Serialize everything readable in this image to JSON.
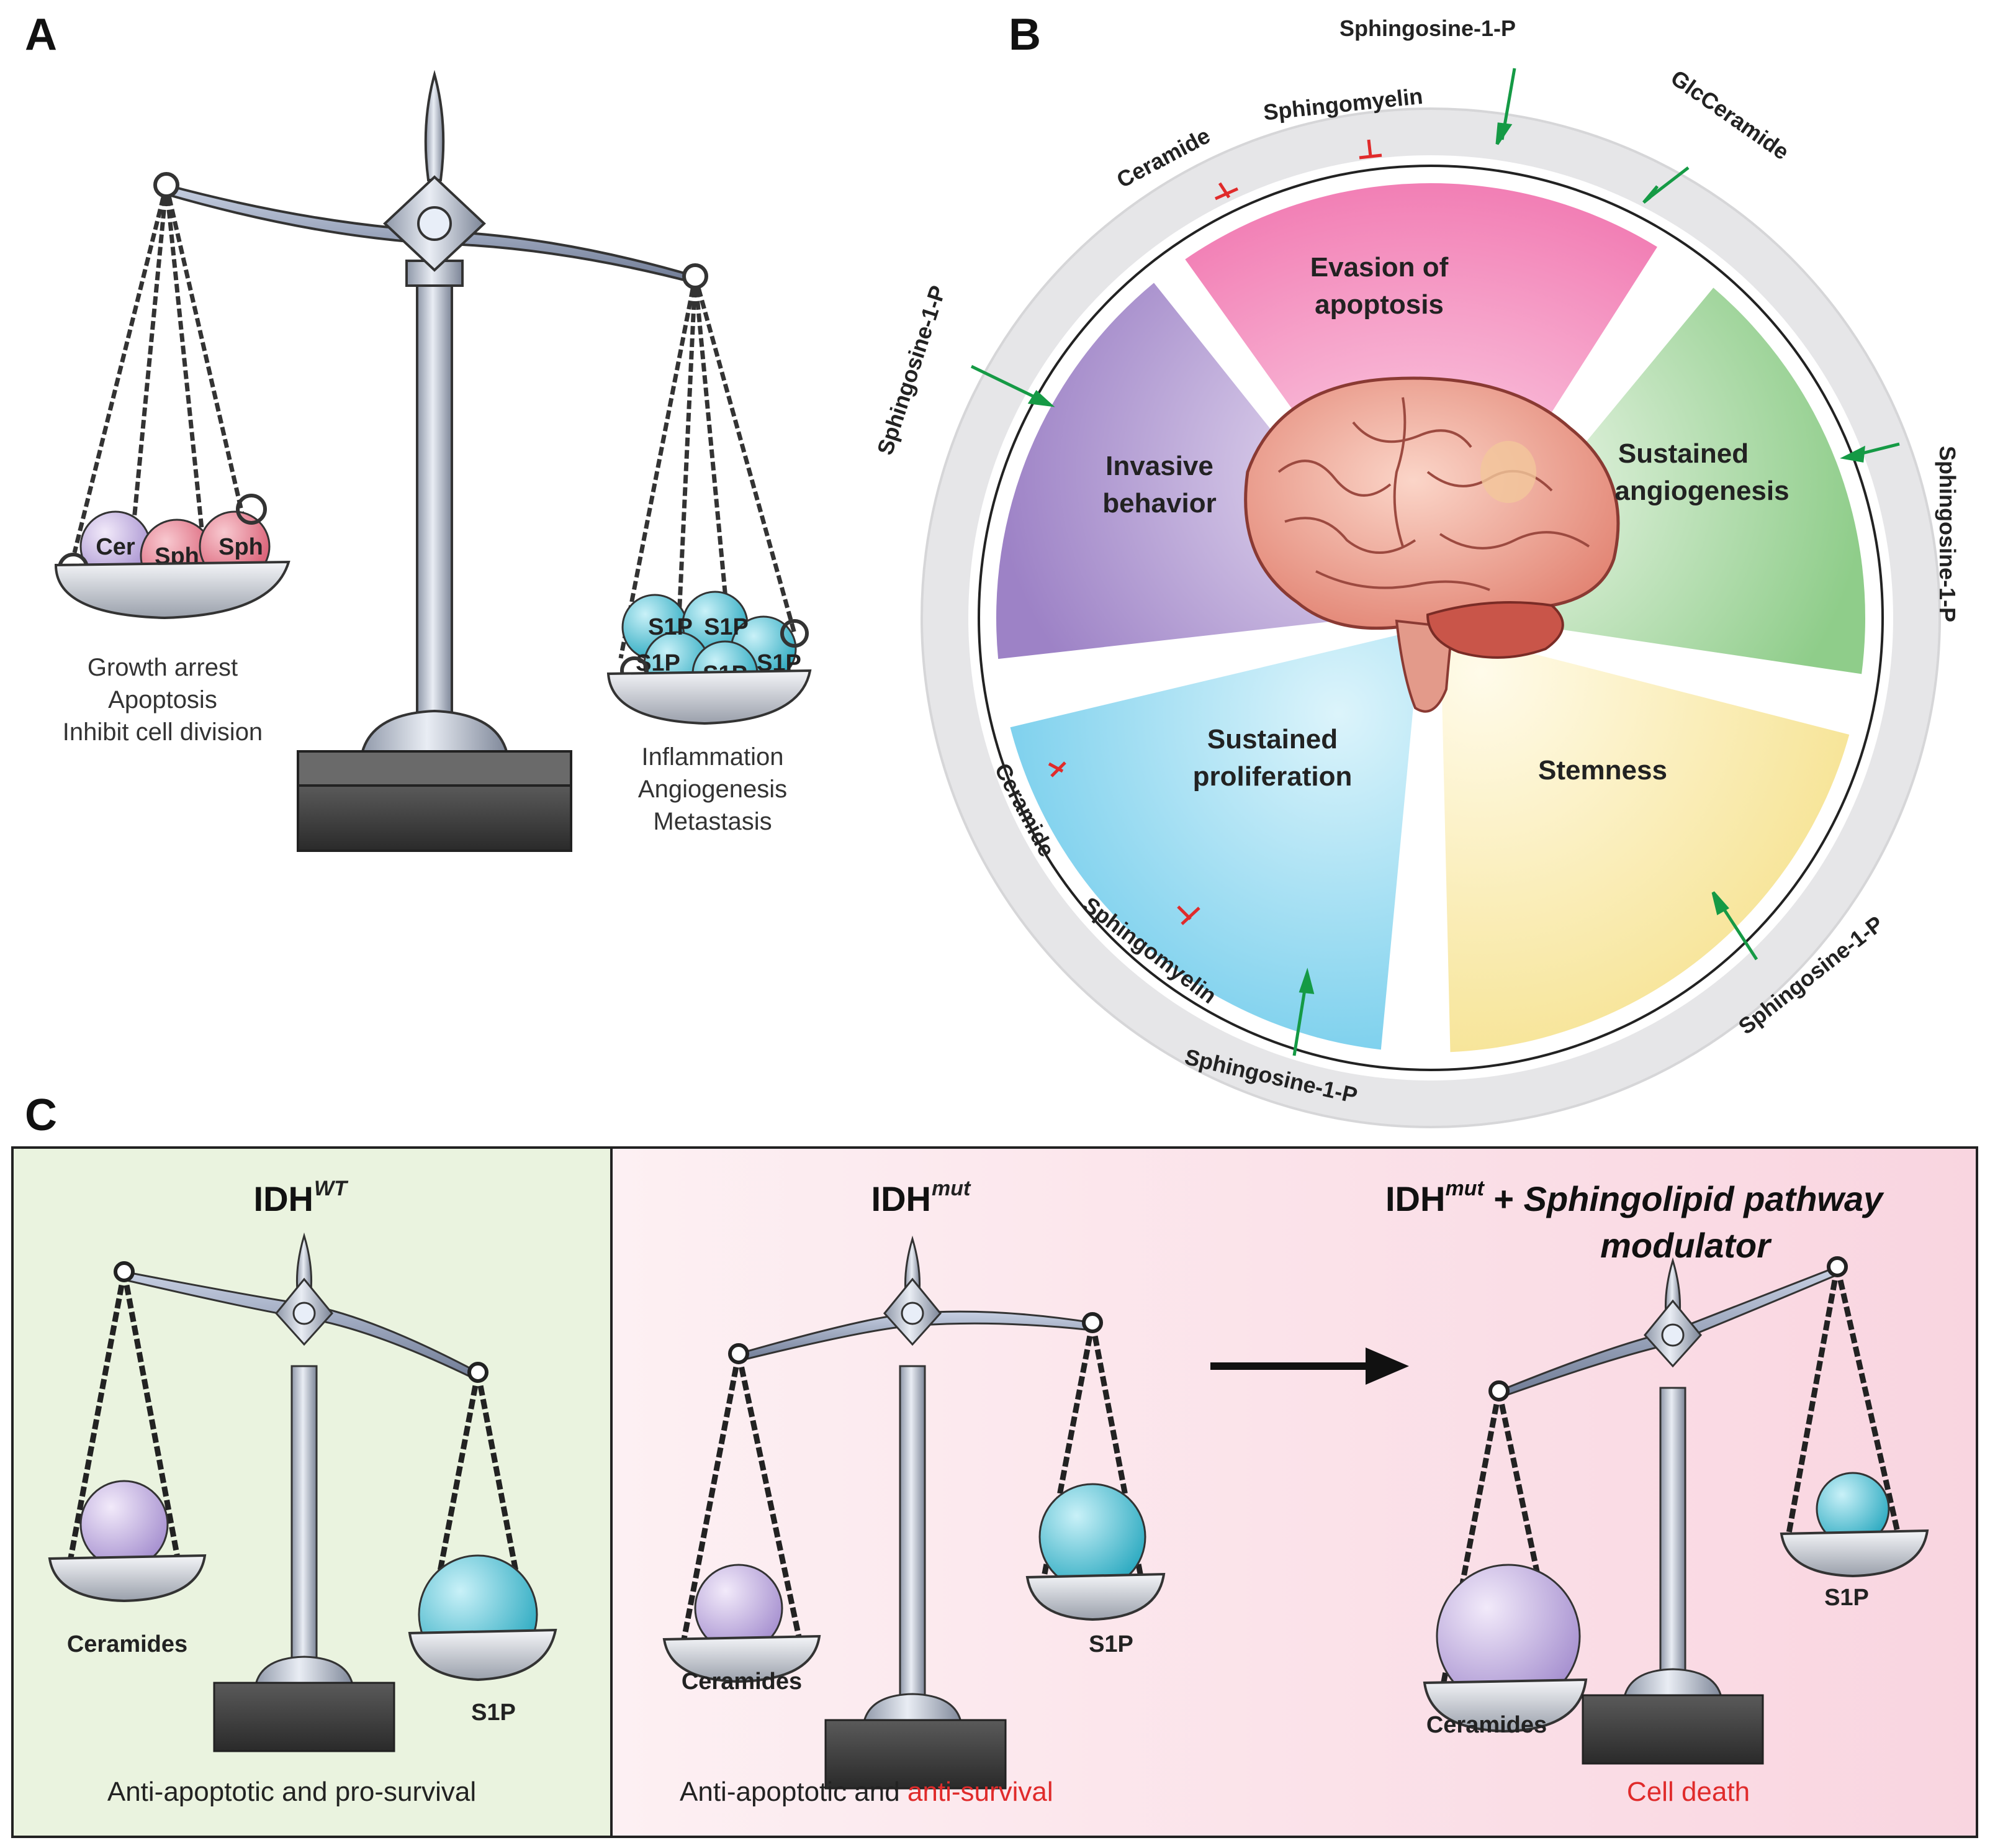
{
  "panels": {
    "a": {
      "letter": "A",
      "left_balls": [
        "Cer",
        "Sph",
        "Sph"
      ],
      "right_balls": [
        "S1P",
        "S1P",
        "S1P",
        "S1P",
        "S1P"
      ],
      "left_caption": [
        "Growth arrest",
        "Apoptosis",
        "Inhibit cell division"
      ],
      "right_caption": [
        "Inflammation",
        "Angiogenesis",
        "Metastasis"
      ]
    },
    "b": {
      "letter": "B",
      "wedges": [
        {
          "lines": [
            "Evasion of",
            "apoptosis"
          ],
          "color": "#f59ac4"
        },
        {
          "lines": [
            "Sustained",
            "angiogenesis"
          ],
          "color": "#a8d8a4"
        },
        {
          "lines": [
            "Stemness"
          ],
          "color": "#fbefb8"
        },
        {
          "lines": [
            "Sustained",
            "proliferation"
          ],
          "color": "#9bdcf2"
        },
        {
          "lines": [
            "Invasive",
            "behavior"
          ],
          "color": "#b9a4d6"
        }
      ],
      "ring_labels": {
        "s1p_top": "Sphingosine-1-P",
        "glcceramide": "GlcCeramide",
        "s1p_right": "Sphingosine-1-P",
        "s1p_lower_right": "Sphingosine-1-P",
        "s1p_bottom": "Sphingosine-1-P",
        "sphingomyelin_bottom": "Sphingomyelin",
        "ceramide_bottom": "Ceramide",
        "s1p_left": "Sphingosine-1-P",
        "ceramide_top": "Ceramide",
        "sphingomyelin_top": "Sphingomyelin"
      },
      "colors": {
        "activate_arrow": "#159a45",
        "inhibit_bar": "#e02b2b"
      }
    },
    "c": {
      "letter": "C",
      "wt": {
        "title_base": "IDH",
        "title_sup": "WT",
        "left_label": "Ceramides",
        "right_label": "S1P",
        "caption": "Anti-apoptotic and pro-survival"
      },
      "mut": {
        "title_base": "IDH",
        "title_sup": "mut",
        "left_label": "Ceramides",
        "right_label": "S1P",
        "caption_black": "Anti-apoptotic and ",
        "caption_red": "anti-survival"
      },
      "mod": {
        "title_base": "IDH",
        "title_sup": "mut",
        "title_plus": " + ",
        "title_italic_1": "Sphingolipid pathway",
        "title_italic_2": "modulator",
        "left_label": "Ceramides",
        "right_label": "S1P",
        "caption": "Cell death"
      },
      "colors": {
        "wt_bg": "#eaf3df",
        "mut_bg": "#fde8ee",
        "red_text": "#e02b2b"
      }
    }
  }
}
